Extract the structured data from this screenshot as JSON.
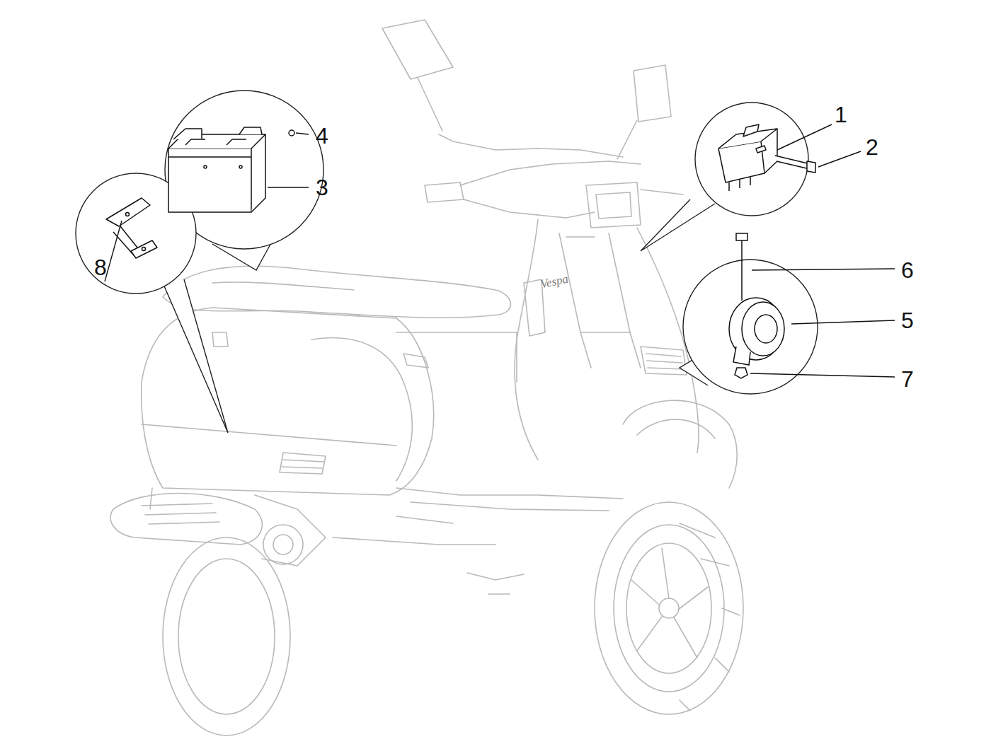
{
  "diagram": {
    "labels": [
      "1",
      "4",
      "2",
      "3",
      "8",
      "6",
      "Vespa",
      "5",
      "7"
    ]
  }
}
